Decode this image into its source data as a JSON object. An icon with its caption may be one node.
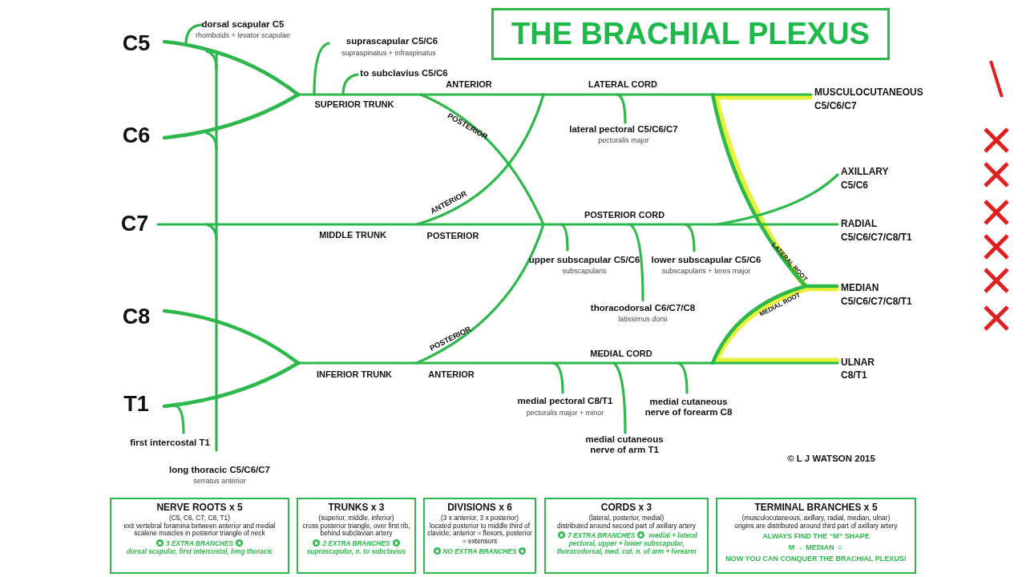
{
  "diagram": {
    "title": "THE BRACHIAL PLEXUS",
    "nodes": [
      {
        "text": [
          "NERVE ROOTS x 5",
          "(C5, C6, C7, C8, T1)",
          "exit vertebral foramina between anterior and medial scalene muscles in posterior triangle of neck",
          "3 EXTRA BRANCHES",
          "dorsal scapular, first intercostal, long thoracic"
        ]
      },
      {
        "text": [
          "TRUNKS x 3",
          "(superior, middle, inferior)",
          "cross posterior triangle, over first rib, behind subclavian artery",
          "2 EXTRA BRANCHES",
          "suprascapular, n. to subclavius"
        ]
      },
      {
        "text": [
          "DIVISIONS x 6",
          "(3 x anterior, 3 x posterior)",
          "located posterior to middle third of clavicle; anterior = flexors, posterior = extensors",
          "NO EXTRA BRANCHES"
        ]
      },
      {
        "text": [
          "CORDS x 3",
          "(lateral, posterior, medial)",
          "distributed around second part of axillary artery",
          "7 EXTRA BRANCHES",
          "medial + lateral pectoral, upper + lower subscapular, thoracodorsal, med. cut. n. of arm + forearm"
        ]
      },
      {
        "text": [
          "TERMINAL BRANCHES x 5",
          "(musculocutaneous, axillary, radial, median, ulnar)",
          "origins are distributed around third part of axillary artery",
          "ALWAYS FIND THE “M” SHAPE",
          "M → MEDIAN ☺",
          "NOW YOU CAN CONQUER THE BRACHIAL PLEXUS!"
        ]
      }
    ],
    "labels": [
      "C5",
      "dorsal scapular C5",
      "rhomboids + levator scapulae",
      "suprascapular C5/C6",
      "supraspinatus + infraspinatus",
      "to subclavius C5/C6",
      "ANTERIOR",
      "LATERAL CORD",
      "MUSCULOCUTANEOUS",
      "C5/C6/C7",
      "SUPERIOR TRUNK",
      "POSTERIOR",
      "C6",
      "lateral pectoral C5/C6/C7",
      "pectoralis major",
      "AXILLARY",
      "C5/C6",
      "ANTERIOR",
      "C7",
      "POSTERIOR CORD",
      "RADIAL",
      "C5/C6/C7/C8/T1",
      "MIDDLE TRUNK",
      "POSTERIOR",
      "LATERAL ROOT",
      "upper subscapular C5/C6",
      "subscapularis",
      "lower subscapular C5/C6",
      "subscapularis + teres major",
      "MEDIAN",
      "C5/C6/C7/C8/T1",
      "MEDIAL ROOT",
      "thoracodorsal C6/C7/C8",
      "latissimus dorsi",
      "C8",
      "POSTERIOR",
      "MEDIAL CORD",
      "ULNAR",
      "C8/T1",
      "INFERIOR TRUNK",
      "ANTERIOR",
      "medial pectoral C8/T1",
      "pectoralis major + minor",
      "medial cutaneous nerve of forearm C8",
      "T1",
      "first intercostal T1",
      "medial cutaneous nerve of arm T1",
      "long thoracic C5/C6/C7",
      "serratus anterior",
      "© L J WATSON 2015"
    ]
  }
}
